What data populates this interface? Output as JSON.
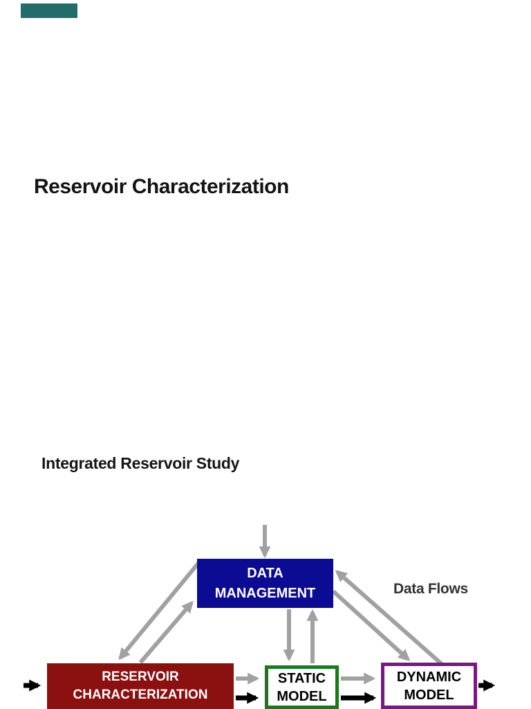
{
  "page": {
    "title": "Reservoir Characterization",
    "subtitle": "Integrated Reservoir Study",
    "corner_mark_color": "#246b6b",
    "background": "#ffffff"
  },
  "diagram": {
    "flows_label": "Data Flows",
    "flow_arrow_color": "#a1a1a1",
    "process_arrow_color": "#000000",
    "boxes": {
      "data_management": {
        "line1": "DATA",
        "line2": "MANAGEMENT",
        "fill": "#0b0b94",
        "text_color": "#ffffff"
      },
      "reservoir_characterization": {
        "line1": "RESERVOIR",
        "line2": "CHARACTERIZATION",
        "fill": "#8b1010",
        "text_color": "#ffffff"
      },
      "static_model": {
        "line1": "STATIC",
        "line2": "MODEL",
        "fill": "#ffffff",
        "border_color": "#1a7a1a",
        "text_color": "#000000"
      },
      "dynamic_model": {
        "line1": "DYNAMIC",
        "line2": "MODEL",
        "fill": "#ffffff",
        "border_color": "#751a80",
        "text_color": "#000000"
      }
    }
  }
}
